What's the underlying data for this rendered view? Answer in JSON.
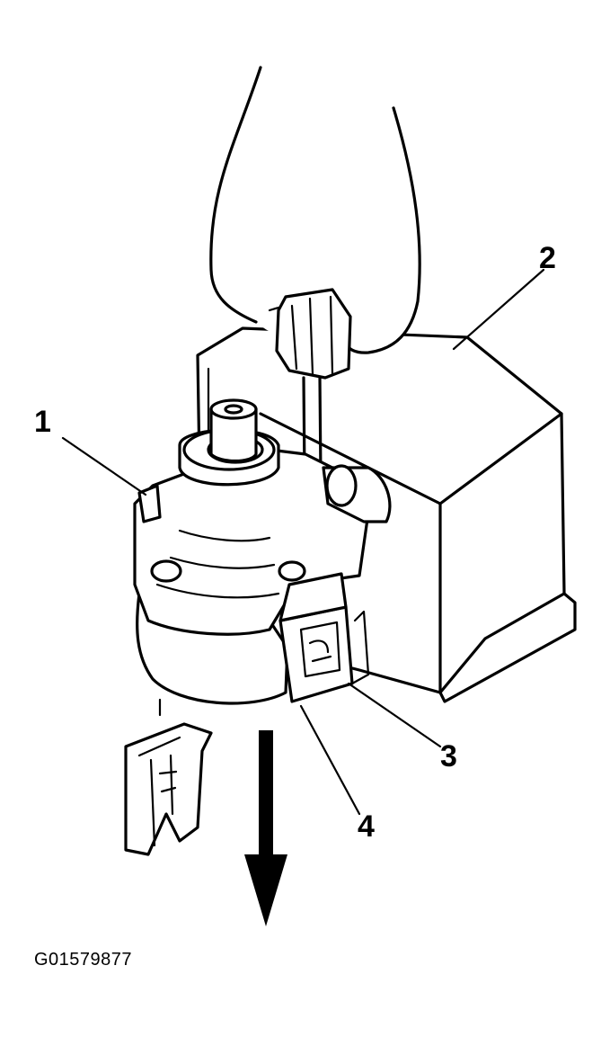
{
  "figure": {
    "id_label": "G01579877",
    "callouts": [
      {
        "number": "1"
      },
      {
        "number": "2"
      },
      {
        "number": "3"
      },
      {
        "number": "4"
      }
    ]
  },
  "colors": {
    "ink": "#000000",
    "paper": "#ffffff"
  },
  "icons": [
    "hand-icon",
    "screwdriver-icon",
    "down-arrow-icon",
    "clip-icon"
  ]
}
